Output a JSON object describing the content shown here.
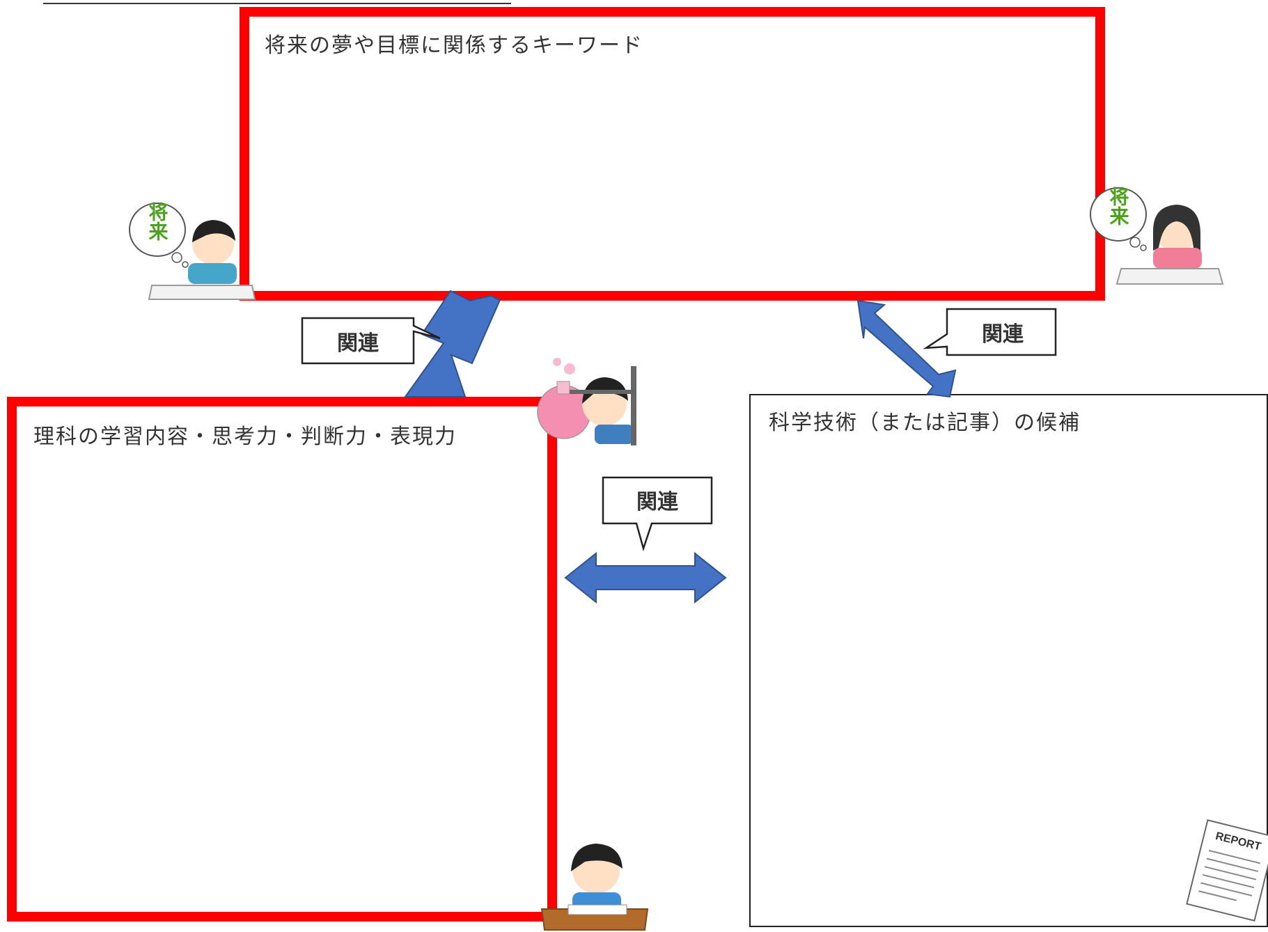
{
  "boxes": {
    "future": {
      "title": "将来の夢や目標に関係するキーワード"
    },
    "science_learning": {
      "title": "理科の学習内容・思考力・判断力・表現力"
    },
    "technology": {
      "title": "科学技術（または記事）の候補"
    }
  },
  "callouts": {
    "left": "関連",
    "right": "関連",
    "middle": "関連"
  },
  "illustrations": {
    "thinking_boy_bubble": "将来",
    "thinking_girl_bubble": "将来",
    "report_paper": "REPORT"
  },
  "colors": {
    "highlight_border": "#ff0000",
    "arrow": "#4472c4",
    "arrow_outline": "#2f528f"
  }
}
